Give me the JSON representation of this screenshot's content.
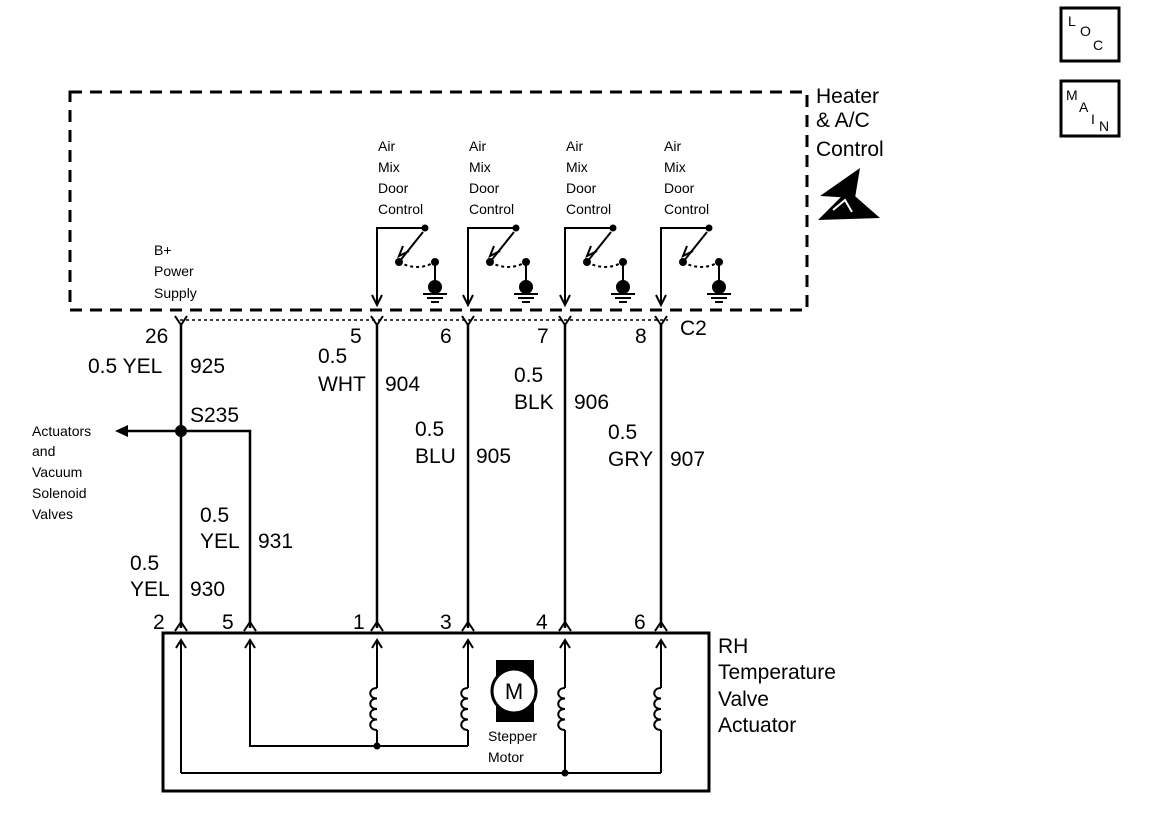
{
  "buttons": {
    "loc": {
      "l1": "L",
      "l2": "O",
      "l3": "C"
    },
    "main": {
      "l1": "M",
      "l2": "A",
      "l3": "I",
      "l4": "N"
    }
  },
  "modules": {
    "hvac_control": {
      "line1": "Heater",
      "line2": "& A/C",
      "line3": "Control"
    },
    "actuator": {
      "line1": "RH",
      "line2": "Temperature",
      "line3": "Valve",
      "line4": "Actuator"
    }
  },
  "power_supply": {
    "line1": "B+",
    "line2": "Power",
    "line3": "Supply"
  },
  "door_control": {
    "line1": "Air",
    "line2": "Mix",
    "line3": "Door",
    "line4": "Control"
  },
  "connector": "C2",
  "splice": "S235",
  "actuators_note": {
    "line1": "Actuators",
    "line2": "and",
    "line3": "Vacuum",
    "line4": "Solenoid",
    "line5": "Valves"
  },
  "motor": {
    "symbol": "M",
    "line1": "Stepper",
    "line2": "Motor"
  },
  "top_pins": [
    "26",
    "5",
    "6",
    "7",
    "8"
  ],
  "bottom_pins": [
    "2",
    "5",
    "1",
    "3",
    "4",
    "6"
  ],
  "wires": {
    "w925": {
      "size_color": "0.5 YEL",
      "circuit": "925"
    },
    "w904": {
      "size": "0.5",
      "color": "WHT",
      "circuit": "904"
    },
    "w905": {
      "size": "0.5",
      "color": "BLU",
      "circuit": "905"
    },
    "w906": {
      "size": "0.5",
      "color": "BLK",
      "circuit": "906"
    },
    "w907": {
      "size": "0.5",
      "color": "GRY",
      "circuit": "907"
    },
    "w931": {
      "size": "0.5",
      "color": "YEL",
      "circuit": "931"
    },
    "w930": {
      "size": "0.5",
      "color": "YEL",
      "circuit": "930"
    }
  },
  "icons": [
    "esd-warning-icon",
    "ground-icon",
    "stepper-motor-icon",
    "coil-icon",
    "switch-icon"
  ]
}
